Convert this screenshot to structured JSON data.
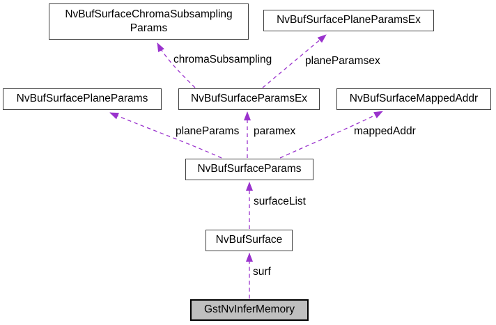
{
  "diagram": {
    "kind": "collaboration-graph",
    "arrow_style": "dashed",
    "colors": {
      "edge": "#9a32cd",
      "nodeBorder": "#3f3f3f",
      "nodeFill": "#ffffff",
      "highlightFill": "#bfbfbf",
      "highlightBorder": "#000000",
      "text": "#000000",
      "background": "#ffffff"
    }
  },
  "nodes": {
    "chromaSubsamplingParams": {
      "line1": "NvBufSurfaceChromaSubsampling",
      "line2": "Params"
    },
    "planeParamsEx": {
      "label": "NvBufSurfacePlaneParamsEx"
    },
    "planeParams": {
      "label": "NvBufSurfacePlaneParams"
    },
    "paramsEx": {
      "label": "NvBufSurfaceParamsEx"
    },
    "mappedAddr": {
      "label": "NvBufSurfaceMappedAddr"
    },
    "params": {
      "label": "NvBufSurfaceParams"
    },
    "surface": {
      "label": "NvBufSurface"
    },
    "gstNvInferMemory": {
      "label": "GstNvInferMemory"
    }
  },
  "edges": {
    "chromaSubsampling": {
      "label": "chromaSubsampling",
      "from": "NvBufSurfaceParamsEx",
      "to": "NvBufSurfaceChromaSubsamplingParams"
    },
    "planeParamsex": {
      "label": "planeParamsex",
      "from": "NvBufSurfaceParamsEx",
      "to": "NvBufSurfacePlaneParamsEx"
    },
    "planeParams": {
      "label": "planeParams",
      "from": "NvBufSurfaceParams",
      "to": "NvBufSurfacePlaneParams"
    },
    "paramex": {
      "label": "paramex",
      "from": "NvBufSurfaceParams",
      "to": "NvBufSurfaceParamsEx"
    },
    "mappedAddr": {
      "label": "mappedAddr",
      "from": "NvBufSurfaceParams",
      "to": "NvBufSurfaceMappedAddr"
    },
    "surfaceList": {
      "label": "surfaceList",
      "from": "NvBufSurface",
      "to": "NvBufSurfaceParams"
    },
    "surf": {
      "label": "surf",
      "from": "GstNvInferMemory",
      "to": "NvBufSurface"
    }
  }
}
